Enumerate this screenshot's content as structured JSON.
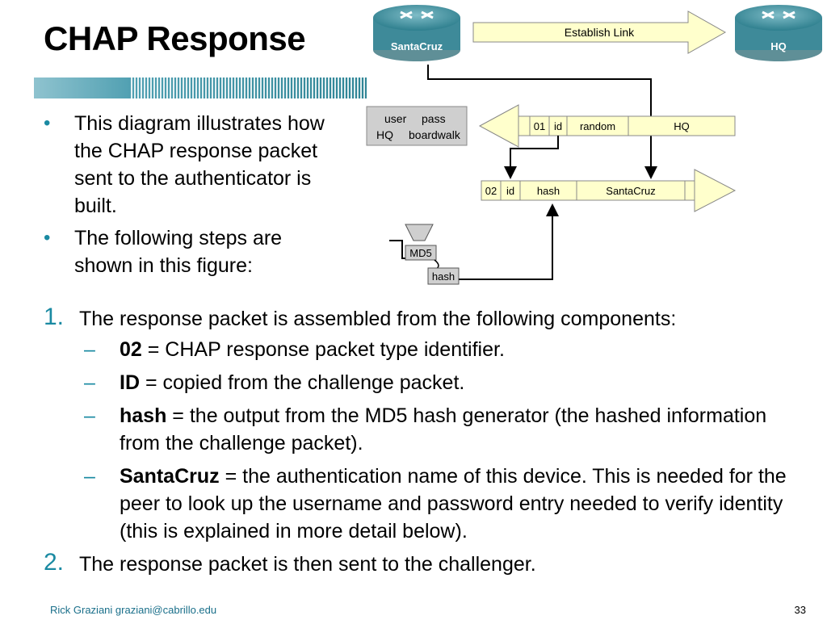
{
  "slide": {
    "title": "CHAP Response",
    "bullets": [
      "This diagram illustrates how the CHAP response packet sent to the authenticator is built.",
      "The following steps are shown in this figure:"
    ],
    "bullet_glyph": "•",
    "steps": [
      {
        "number": "1.",
        "text": "The response packet is assembled from the following components:",
        "subitems": [
          {
            "term": "02",
            "desc": " = CHAP response packet type identifier."
          },
          {
            "term": "ID",
            "desc": " = copied from the challenge packet."
          },
          {
            "term": "hash",
            "desc": " = the output from the MD5 hash generator (the hashed information from the challenge packet)."
          },
          {
            "term": "SantaCruz",
            "desc": " = the authentication name of this device. This is needed for the peer to look up the username and password entry needed to verify identity (this is explained in more detail below)."
          }
        ]
      },
      {
        "number": "2.",
        "text": "The response packet is then sent to the challenger.",
        "subitems": []
      }
    ],
    "dash_glyph": "–",
    "footer": {
      "author": "Rick Graziani  graziani@cabrillo.edu",
      "page": "33"
    }
  },
  "diagram": {
    "router_left": "SantaCruz",
    "router_right": "HQ",
    "establish_link": "Establish Link",
    "user_table": {
      "header_user": "user",
      "header_pass": "pass",
      "row_user": "HQ",
      "row_pass": "boardwalk"
    },
    "challenge_packet": [
      "01",
      "id",
      "random",
      "HQ"
    ],
    "response_packet": [
      "02",
      "id",
      "hash",
      "SantaCruz"
    ],
    "md5_label": "MD5",
    "hash_label": "hash"
  },
  "colors": {
    "accent": "#1a8aa2",
    "router": "#2e7f8e",
    "arrow_fill": "#ffffcc",
    "packet_fill": "#ffffcc",
    "table_fill": "#cfcfcf"
  }
}
